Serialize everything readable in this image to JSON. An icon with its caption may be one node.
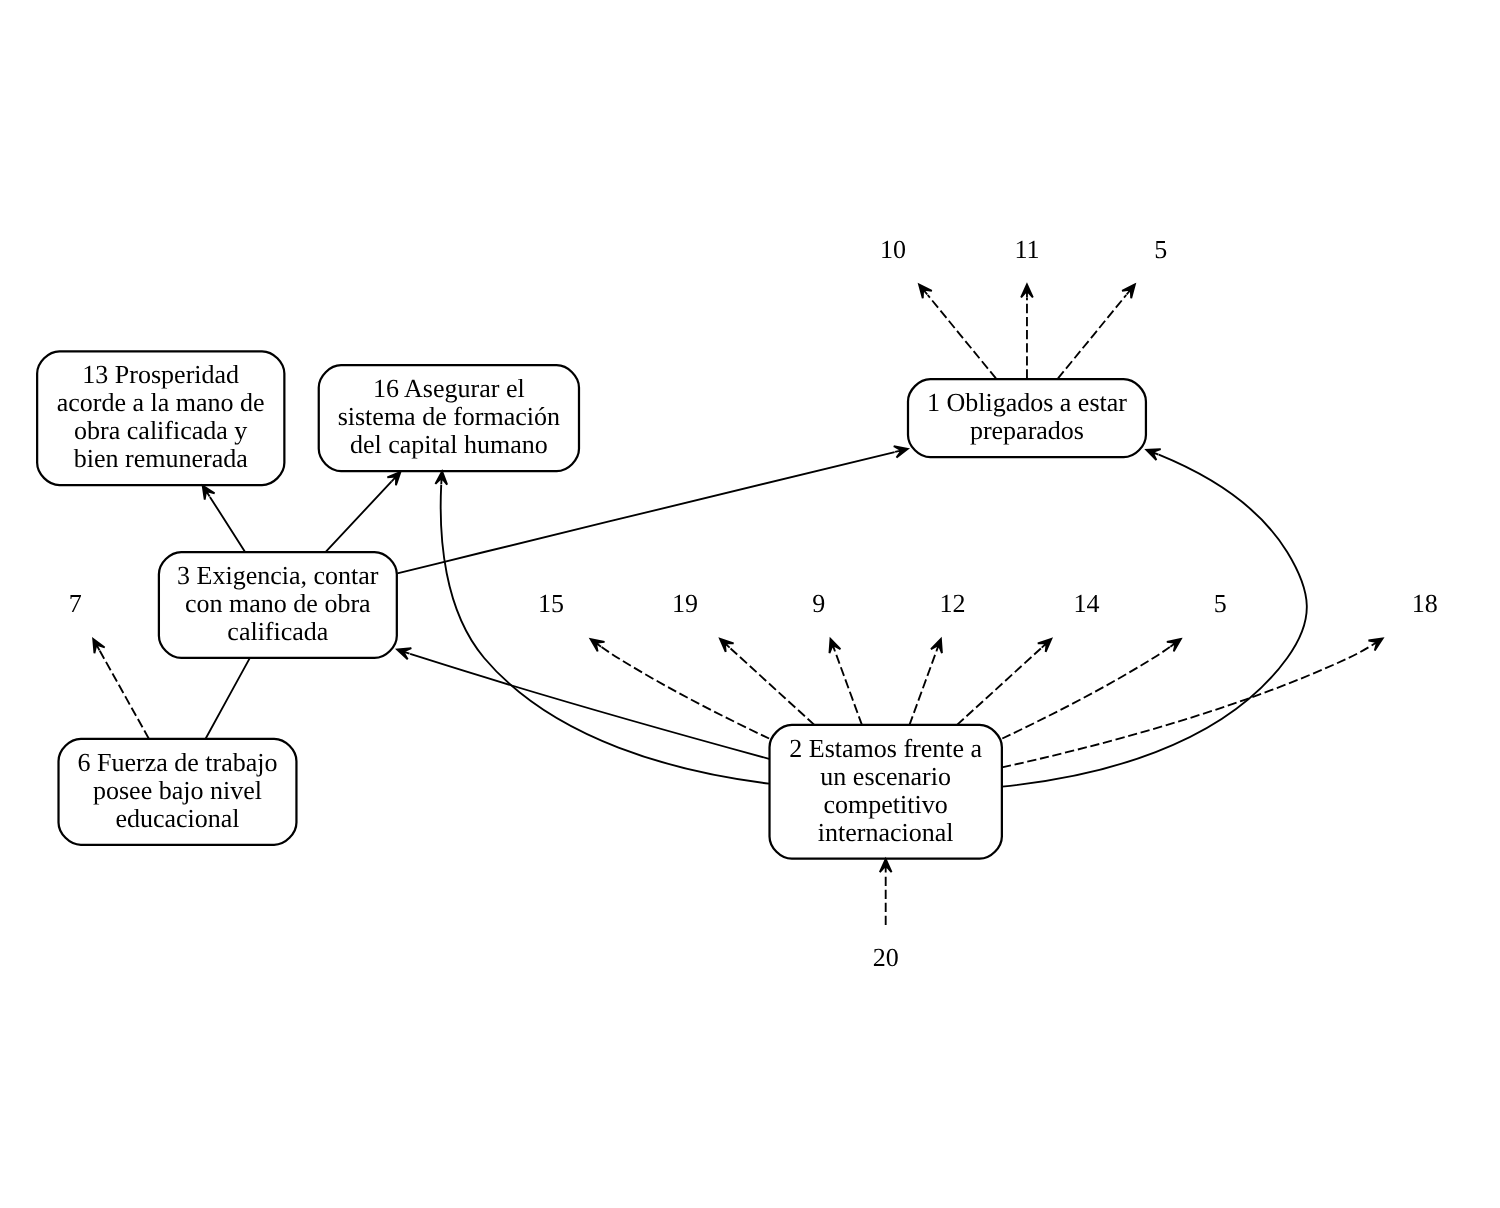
{
  "diagram": {
    "nodes": [
      {
        "text": [
          "7"
        ]
      },
      {
        "text": [
          "6 Fuerza de trabajo posee bajo nivel educacional"
        ]
      },
      {
        "text": [
          "10"
        ]
      },
      {
        "text": [
          "11"
        ]
      },
      {
        "text": [
          "5"
        ]
      },
      {
        "text": [
          "16 Asegurar el sistema de formación del capital humano"
        ]
      },
      {
        "text": [
          "13 Prosperidad acorde a la mano de obra calificada y bien remunerada"
        ]
      },
      {
        "text": [
          "1 Obligados a estar preparados"
        ]
      },
      {
        "text": [
          "3 Exigencia, contar con mano de obra calificada"
        ]
      },
      {
        "text": [
          "5"
        ]
      },
      {
        "text": [
          "18"
        ]
      },
      {
        "text": [
          "15"
        ]
      },
      {
        "text": [
          "19"
        ]
      },
      {
        "text": [
          "9"
        ]
      },
      {
        "text": [
          "12"
        ]
      },
      {
        "text": [
          "14"
        ]
      },
      {
        "text": [
          "2 Estamos frente a un escenario competitivo internacional"
        ]
      },
      {
        "text": [
          "20"
        ]
      }
    ],
    "edges": [
      {
        "from": 1,
        "to": 0,
        "arrow": "to",
        "style": "dashed"
      },
      {
        "from": 7,
        "to": 2,
        "arrow": "to",
        "style": "dashed"
      },
      {
        "from": 7,
        "to": 3,
        "arrow": "to",
        "style": "dashed"
      },
      {
        "from": 7,
        "to": 4,
        "arrow": "to",
        "style": "dashed"
      },
      {
        "from": 1,
        "to": 8,
        "arrow": "none"
      },
      {
        "from": 8,
        "to": 7,
        "arrow": "to"
      },
      {
        "from": 8,
        "to": 5,
        "arrow": "to"
      },
      {
        "from": 8,
        "to": 6,
        "arrow": "to"
      },
      {
        "from": 16,
        "to": 7,
        "arrow": "to"
      },
      {
        "from": 16,
        "to": 5,
        "arrow": "to"
      },
      {
        "from": 16,
        "to": 8,
        "arrow": "to"
      },
      {
        "from": 16,
        "to": 9,
        "arrow": "to",
        "style": "dashed"
      },
      {
        "from": 16,
        "to": 10,
        "arrow": "to",
        "style": "dashed"
      },
      {
        "from": 16,
        "to": 11,
        "arrow": "to",
        "style": "dashed"
      },
      {
        "from": 16,
        "to": 12,
        "arrow": "to",
        "style": "dashed"
      },
      {
        "from": 16,
        "to": 13,
        "arrow": "to",
        "style": "dashed"
      },
      {
        "from": 16,
        "to": 14,
        "arrow": "to",
        "style": "dashed"
      },
      {
        "from": 16,
        "to": 15,
        "arrow": "to",
        "style": "dashed"
      },
      {
        "from": 17,
        "to": 16,
        "arrow": "to",
        "style": "dashed"
      }
    ]
  }
}
